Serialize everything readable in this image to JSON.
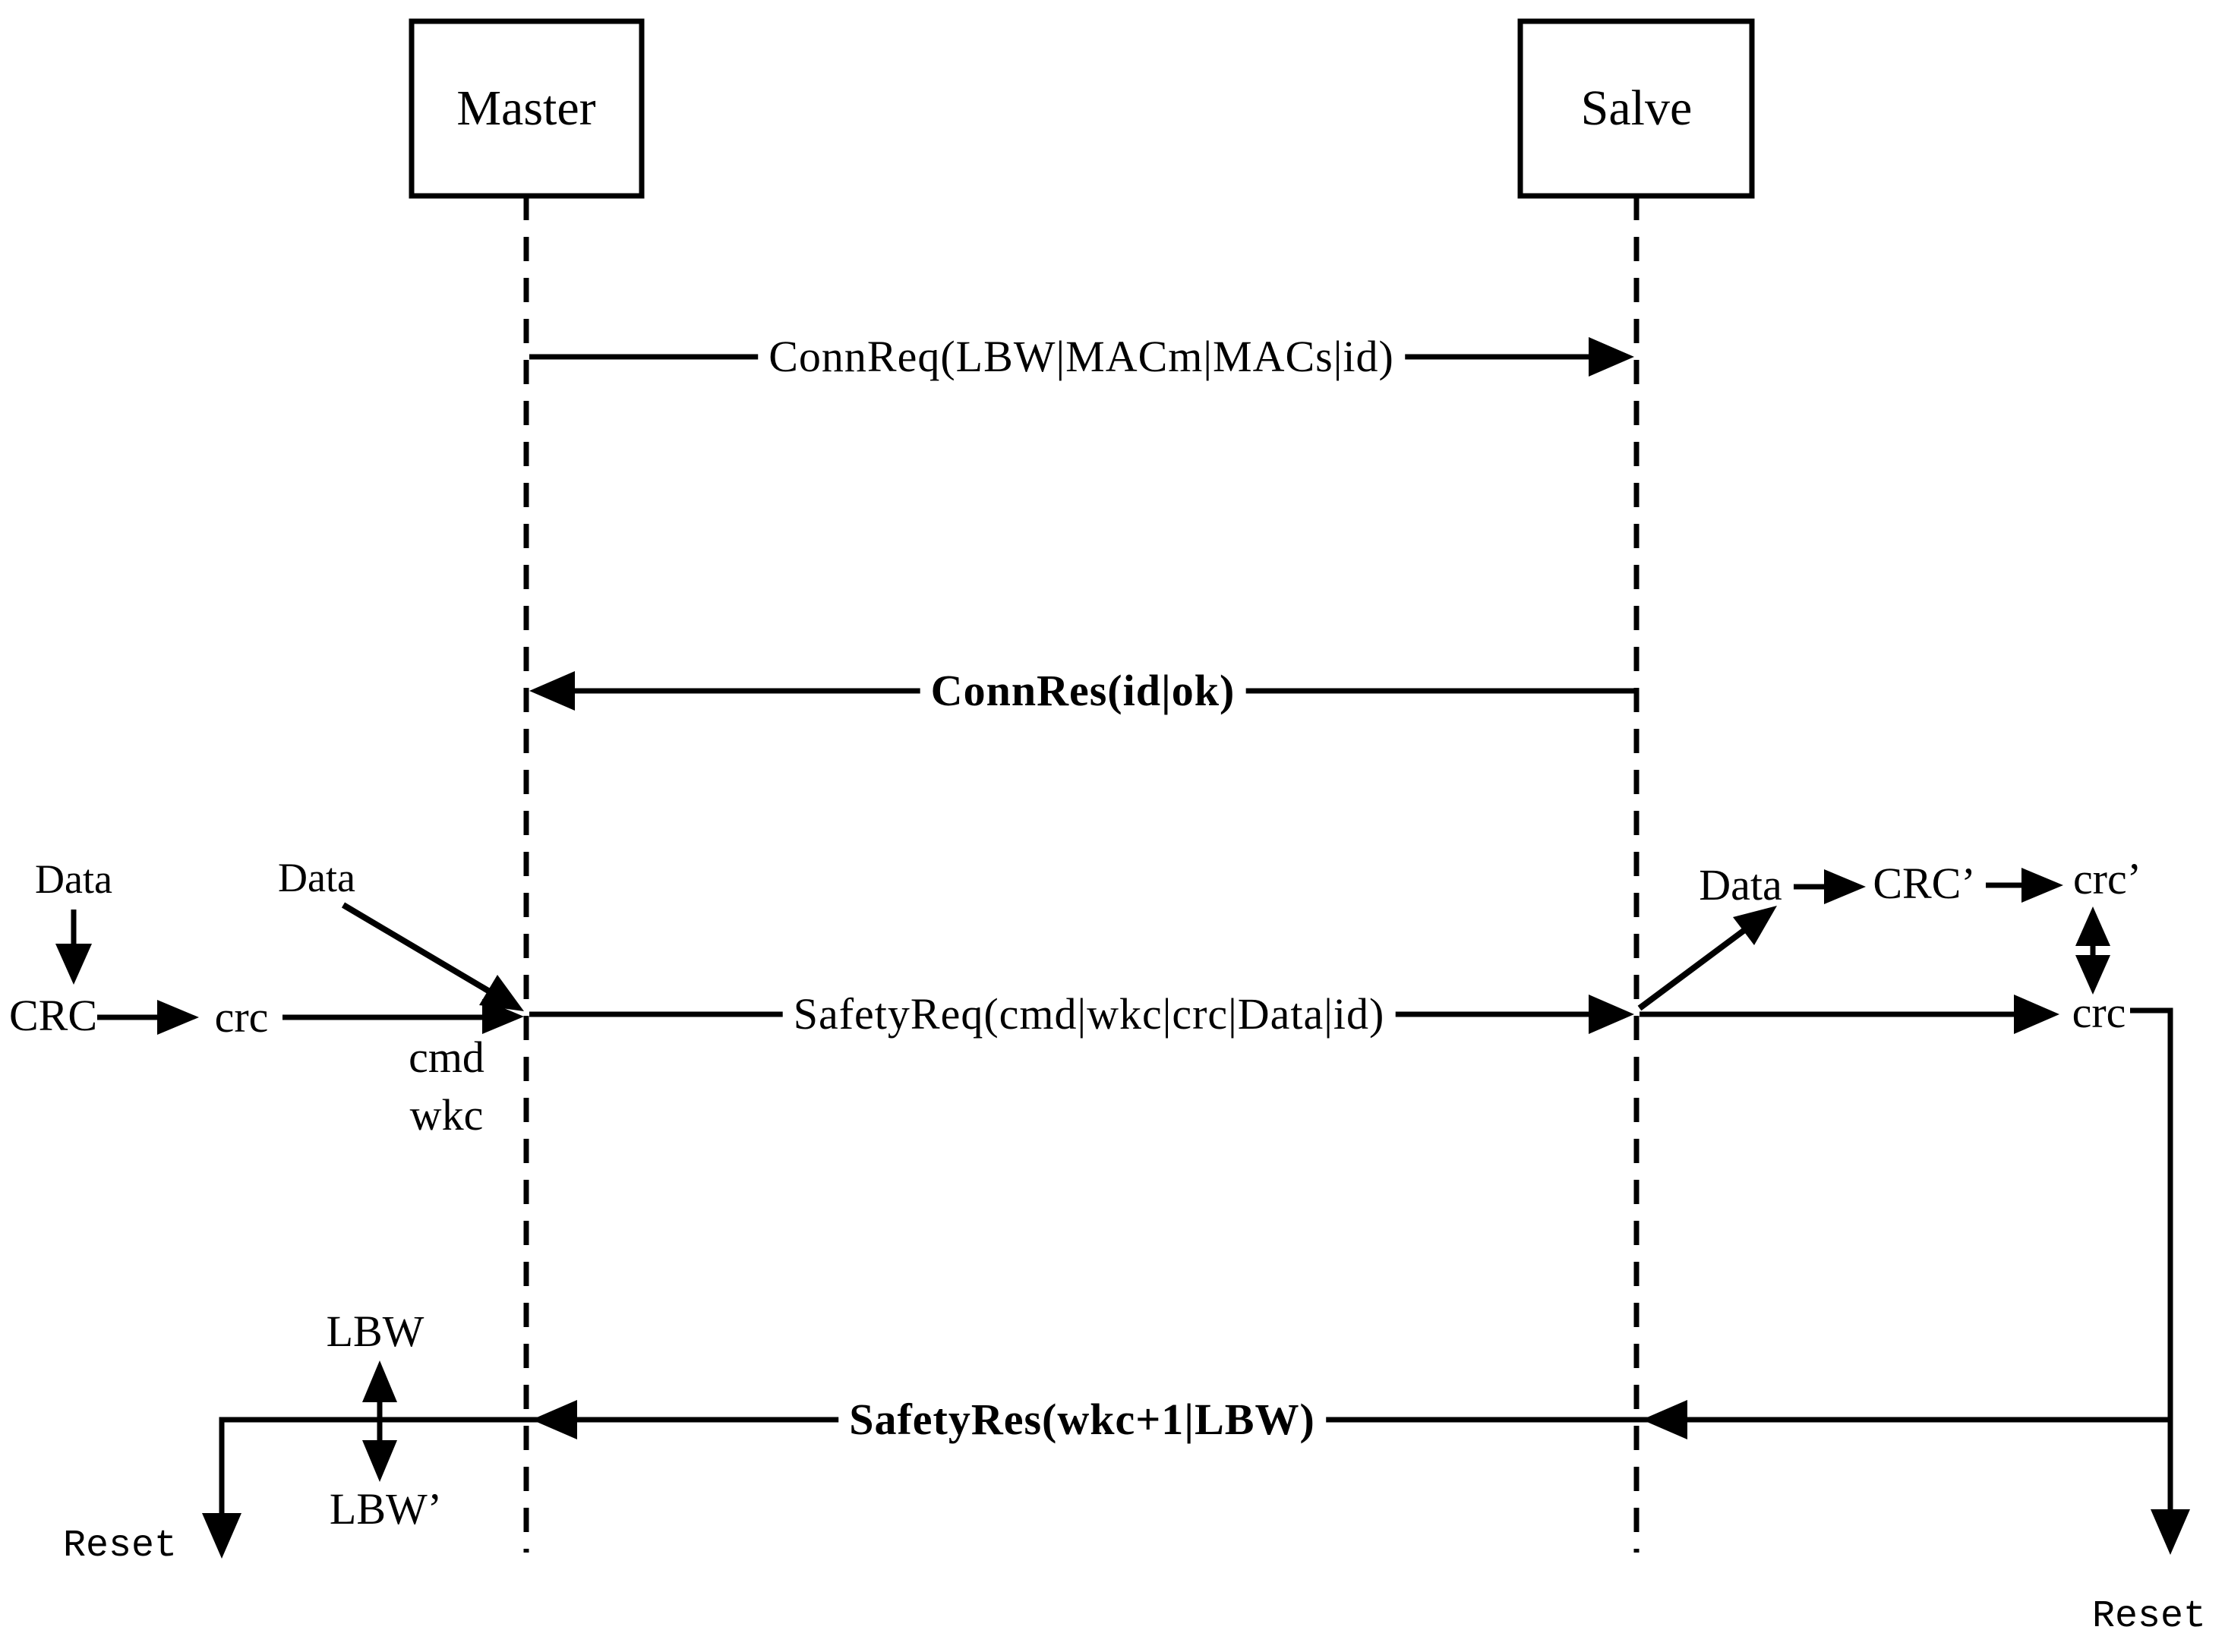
{
  "page": {
    "background": "#ffffff",
    "line_color": "#000000"
  },
  "nodes": {
    "master": "Master",
    "slave": "Salve"
  },
  "messages": {
    "conn_req": "ConnReq(LBW|MACm|MACs|id)",
    "conn_res": "ConnRes(id|ok)",
    "safety_req": "SafetyReq(cmd|wkc|crc|Data|id)",
    "safety_res": "SafetyRes(wkc+1|LBW)"
  },
  "labels": {
    "data_left": "Data",
    "crc_left": "CRC",
    "crc_lower_left": "crc",
    "data_master": "Data",
    "cmd": "cmd",
    "wkc": "wkc",
    "data_slave": "Data",
    "crc_prime": "CRC’",
    "crc_prime_lower": "crc’",
    "crc_right": "crc",
    "lbw": "LBW",
    "lbw_prime": "LBW’",
    "reset_left": "Reset",
    "reset_right": "Reset"
  }
}
